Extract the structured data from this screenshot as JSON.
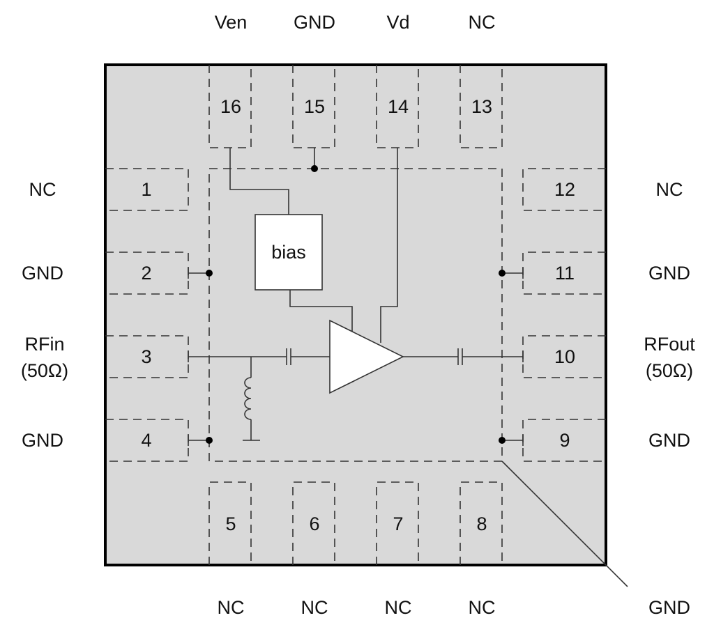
{
  "diagram": {
    "type": "QFN-16 pinout / functional block diagram",
    "bias_block_label": "bias",
    "exposed_pad_label": "GND",
    "colors": {
      "package_fill": "#d9d9d9",
      "package_outline": "#000000",
      "block_fill": "#ffffff",
      "line": "#333333"
    },
    "pins": [
      {
        "number": "1",
        "side": "left",
        "name": "NC"
      },
      {
        "number": "2",
        "side": "left",
        "name": "GND"
      },
      {
        "number": "3",
        "side": "left",
        "name": "RFin",
        "note": "(50Ω)"
      },
      {
        "number": "4",
        "side": "left",
        "name": "GND"
      },
      {
        "number": "5",
        "side": "bottom",
        "name": "NC"
      },
      {
        "number": "6",
        "side": "bottom",
        "name": "NC"
      },
      {
        "number": "7",
        "side": "bottom",
        "name": "NC"
      },
      {
        "number": "8",
        "side": "bottom",
        "name": "NC"
      },
      {
        "number": "9",
        "side": "right",
        "name": "GND"
      },
      {
        "number": "10",
        "side": "right",
        "name": "RFout",
        "note": "(50Ω)"
      },
      {
        "number": "11",
        "side": "right",
        "name": "GND"
      },
      {
        "number": "12",
        "side": "right",
        "name": "NC"
      },
      {
        "number": "13",
        "side": "top",
        "name": "NC"
      },
      {
        "number": "14",
        "side": "top",
        "name": "Vd"
      },
      {
        "number": "15",
        "side": "top",
        "name": "GND"
      },
      {
        "number": "16",
        "side": "top",
        "name": "Ven"
      }
    ],
    "components": [
      {
        "id": "bias",
        "kind": "bias circuit block"
      },
      {
        "id": "amp",
        "kind": "amplifier"
      },
      {
        "id": "c_in",
        "kind": "DC-block capacitor (input)"
      },
      {
        "id": "l_in",
        "kind": "shunt inductor to ground (input)"
      },
      {
        "id": "c_out",
        "kind": "DC-block capacitor (output)"
      }
    ]
  }
}
